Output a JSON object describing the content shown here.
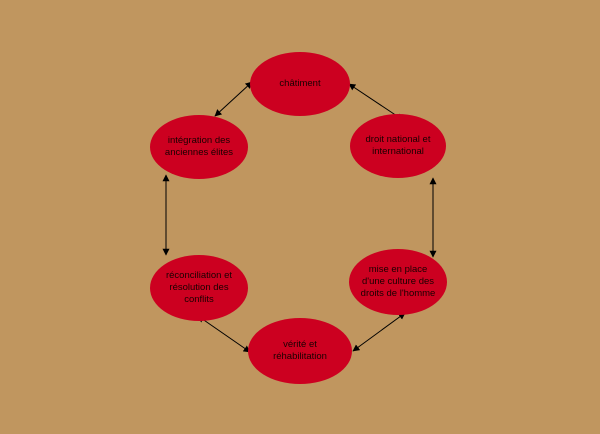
{
  "colors": {
    "background": "#c0965f",
    "node_fill": "#cc0020",
    "edge": "#000000"
  },
  "nodes": [
    {
      "id": "chatiment",
      "label": "châtiment"
    },
    {
      "id": "droit",
      "label": "droit national et international"
    },
    {
      "id": "culture",
      "label": "mise en place d'une culture des droits de l'homme"
    },
    {
      "id": "verite",
      "label": "vérité et réhabilitation"
    },
    {
      "id": "reconciliation",
      "label": "réconciliation et résolution des conflits"
    },
    {
      "id": "integration",
      "label": "intégration des anciennes élites"
    }
  ],
  "edges": [
    {
      "from": "chatiment",
      "to": "droit",
      "bidirectional": true
    },
    {
      "from": "droit",
      "to": "culture",
      "bidirectional": true
    },
    {
      "from": "culture",
      "to": "verite",
      "bidirectional": true
    },
    {
      "from": "verite",
      "to": "reconciliation",
      "bidirectional": true
    },
    {
      "from": "reconciliation",
      "to": "integration",
      "bidirectional": true
    },
    {
      "from": "integration",
      "to": "chatiment",
      "bidirectional": true
    }
  ]
}
